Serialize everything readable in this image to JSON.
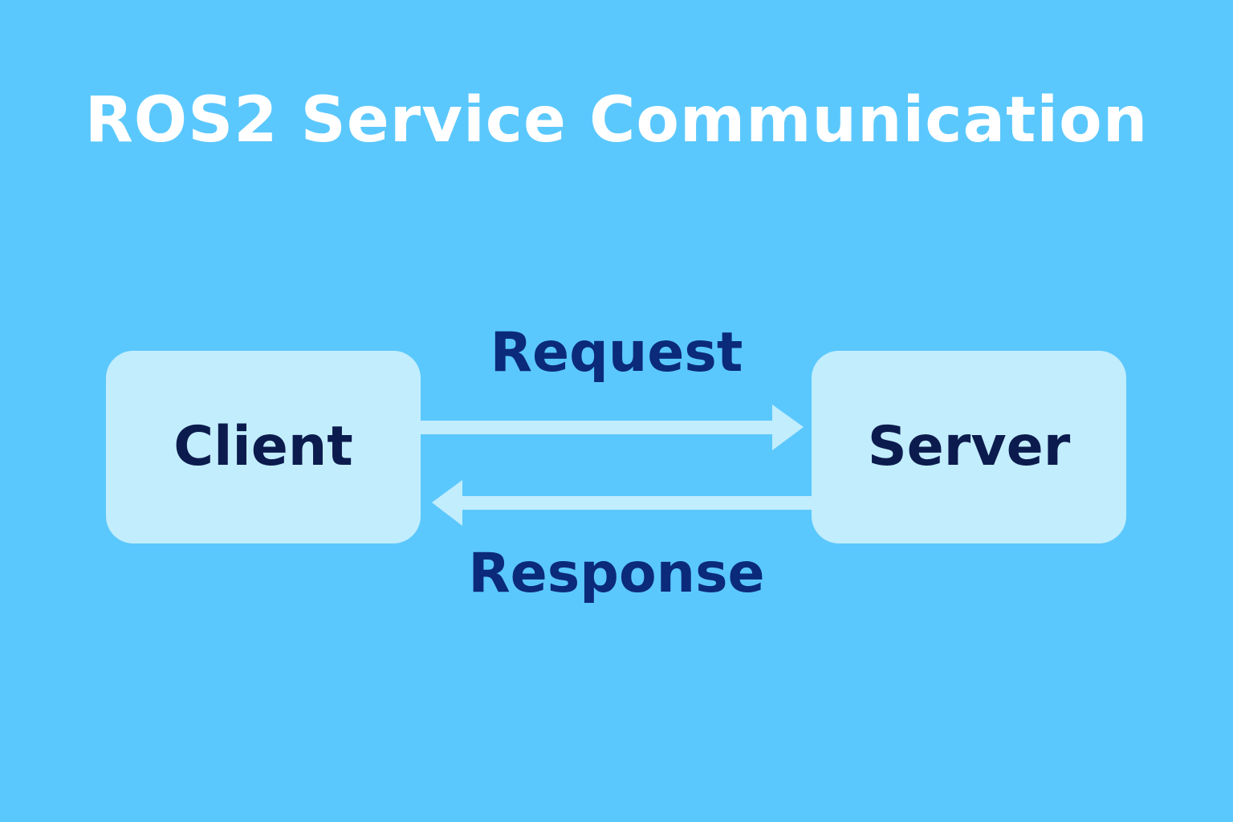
{
  "title": "ROS2 Service Communication",
  "nodes": {
    "client": {
      "label": "Client"
    },
    "server": {
      "label": "Server"
    }
  },
  "edges": {
    "request": {
      "label": "Request",
      "direction": "client-to-server"
    },
    "response": {
      "label": "Response",
      "direction": "server-to-client"
    }
  },
  "colors": {
    "background": "#5BC8FD",
    "title": "#FFFFFF",
    "node_fill": "#C2EDFD",
    "node_text": "#0C1B4D",
    "edge_text": "#0B2A7A",
    "arrow": "#C2EDFD"
  }
}
